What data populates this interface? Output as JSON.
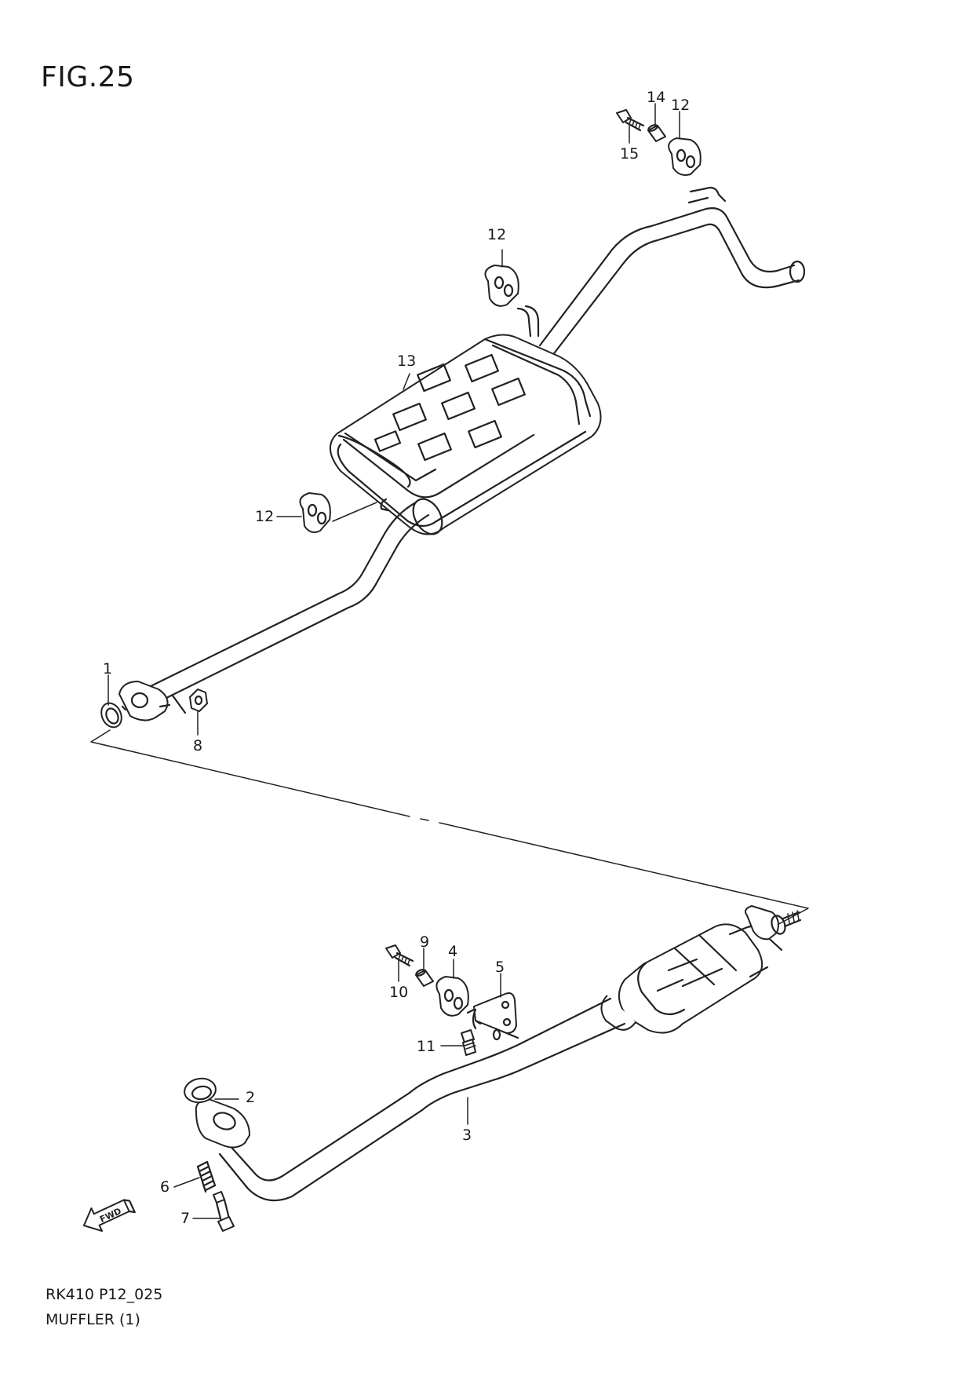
{
  "figure": {
    "title": "FIG.25",
    "code": "RK410 P12_025",
    "name": "MUFFLER (1)"
  },
  "fwd_label": "FWD",
  "callouts": {
    "c1": "1",
    "c2": "2",
    "c3": "3",
    "c4": "4",
    "c5": "5",
    "c6": "6",
    "c7": "7",
    "c8": "8",
    "c9": "9",
    "c10": "10",
    "c11": "11",
    "c12a": "12",
    "c12b": "12",
    "c12c": "12",
    "c13": "13",
    "c14": "14",
    "c15": "15"
  }
}
